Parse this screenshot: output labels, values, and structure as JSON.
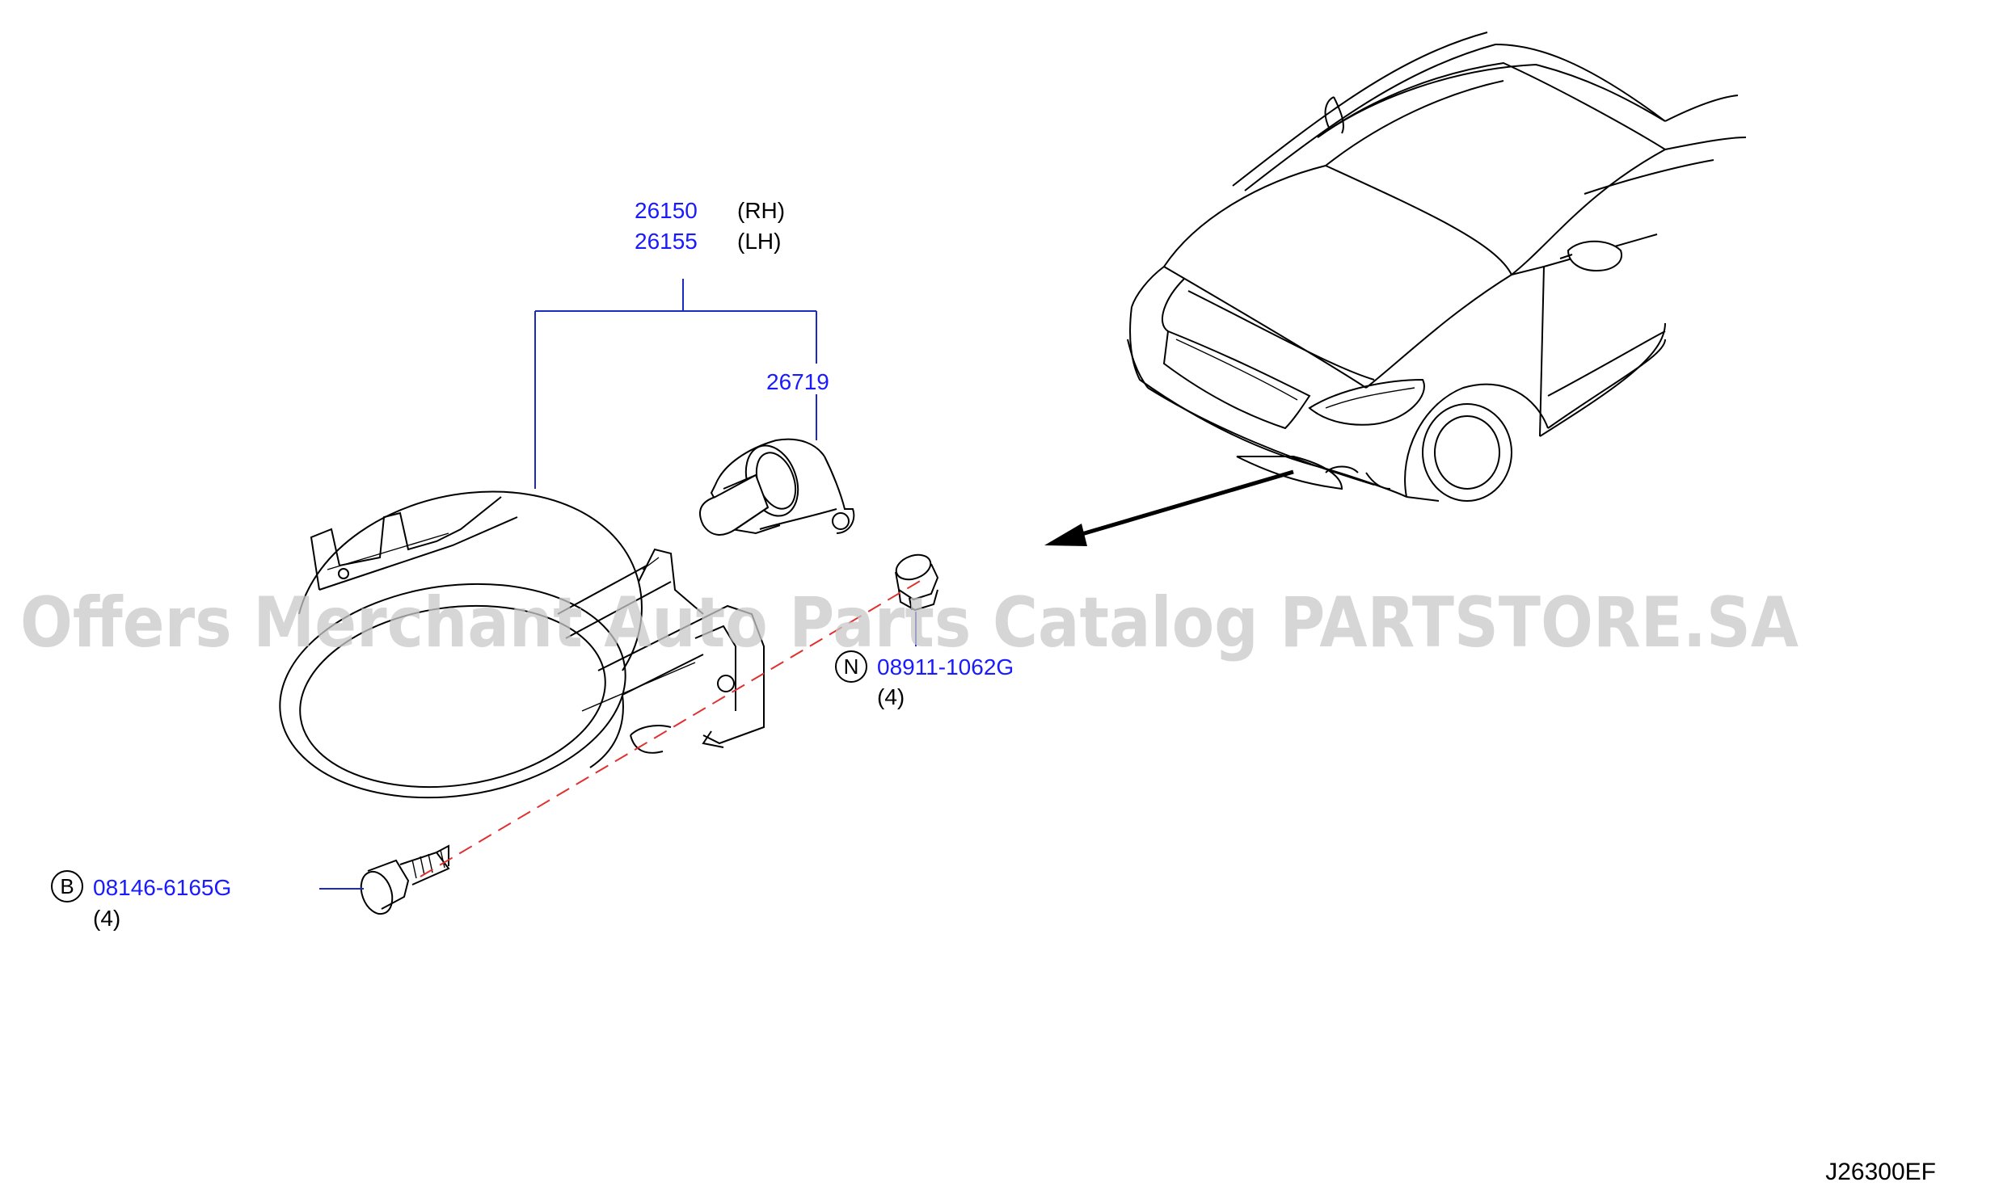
{
  "diagram": {
    "parts": {
      "lamp_rh": {
        "number": "26150",
        "qualifier": "(RH)"
      },
      "lamp_lh": {
        "number": "26155",
        "qualifier": "(LH)"
      },
      "bulb": {
        "number": "26719"
      },
      "nut": {
        "callout": "N",
        "number": "08911-1062G",
        "quantity": "(4)"
      },
      "bolt": {
        "callout": "B",
        "number": "08146-6165G",
        "quantity": "(4)"
      }
    },
    "diagram_code": "J26300EF",
    "watermark": "Offers Merchant Auto Parts Catalog PARTSTORE.SA",
    "colors": {
      "part_number": "#1a1aff",
      "leader_line": "#1a2bbf",
      "centerline": "#e03030",
      "watermark": "#c8c8c8"
    }
  }
}
